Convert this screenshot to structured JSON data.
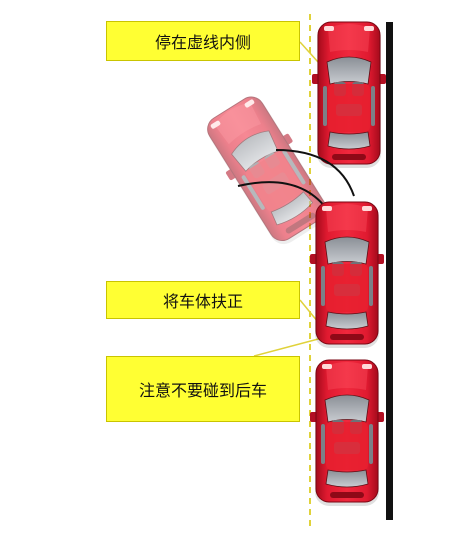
{
  "title": "",
  "callouts": {
    "stop_inside_line": "停在虚线内侧",
    "straighten_car": "将车体扶正",
    "avoid_rear_car": "注意不要碰到后车"
  },
  "colors": {
    "car_body": "#d9142a",
    "car_dark": "#9e0a19",
    "callout_fill": "#ffff33",
    "dashed_line": "#e0d23a",
    "curb": "#111111"
  }
}
